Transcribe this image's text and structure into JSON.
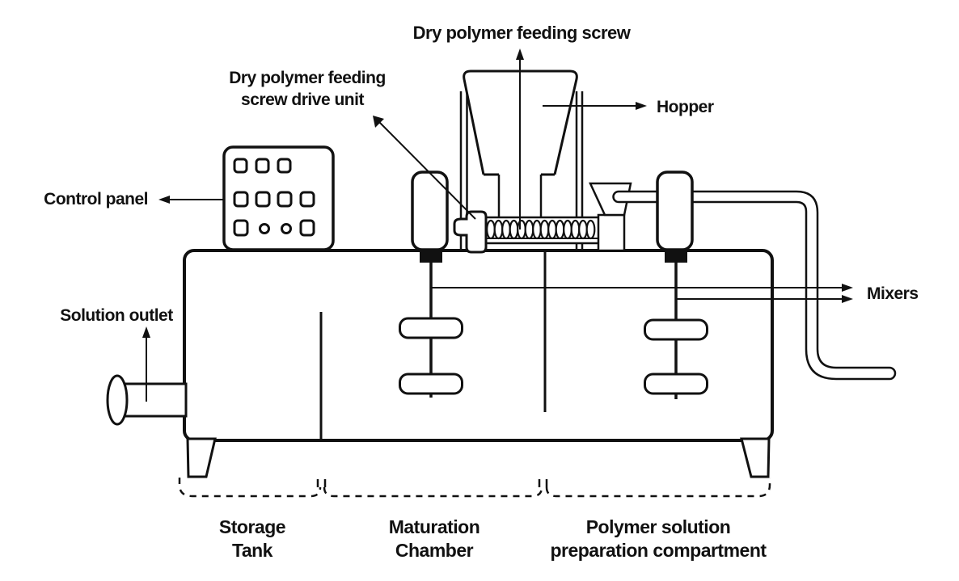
{
  "diagram": {
    "labels": {
      "feeding_screw": "Dry polymer feeding screw",
      "drive_unit_line1": "Dry polymer feeding",
      "drive_unit_line2": "screw drive unit",
      "hopper": "Hopper",
      "control_panel": "Control panel",
      "solution_outlet": "Solution outlet",
      "mixers": "Mixers"
    },
    "zones": [
      {
        "line1": "Storage",
        "line2": "Tank"
      },
      {
        "line1": "Maturation",
        "line2": "Chamber"
      },
      {
        "line1": "Polymer solution",
        "line2": "preparation compartment"
      }
    ],
    "colors": {
      "line": "#111111",
      "background": "#ffffff",
      "coupling_fill": "#111111"
    }
  }
}
